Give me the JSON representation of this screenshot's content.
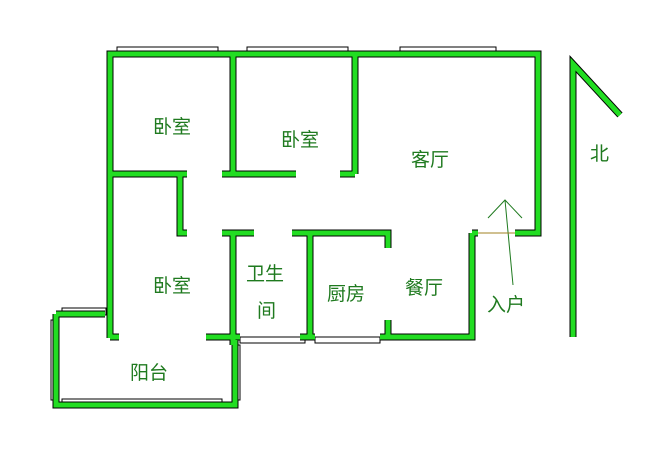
{
  "rooms": {
    "bedroom1": "卧室",
    "bedroom2": "卧室",
    "bedroom3": "卧室",
    "living_room": "客厅",
    "bathroom_line1": "卫生",
    "bathroom_line2": "间",
    "kitchen": "厨房",
    "dining_room": "餐厅",
    "balcony": "阳台"
  },
  "entrance_label": "入户",
  "north_label": "北",
  "colors": {
    "wall": "#22dd22",
    "text": "#1f7a1f",
    "outline": "#000000"
  }
}
